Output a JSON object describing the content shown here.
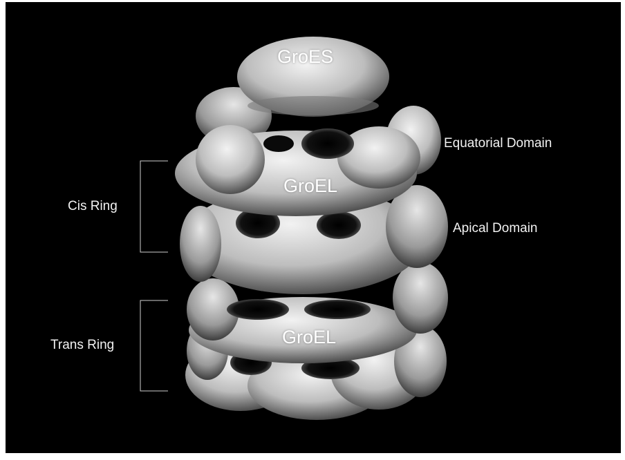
{
  "labels": {
    "groes": "GroES",
    "groel_top": "GroEL",
    "groel_bottom": "GroEL",
    "equatorial": "Equatorial Domain",
    "apical": "Apical Domain",
    "cis_ring": "Cis Ring",
    "trans_ring": "Trans Ring"
  },
  "colors": {
    "background": "#000000",
    "structure_light": "#e8e8e8",
    "structure_dark": "#3a3a3a",
    "bracket": "#cfcfcf"
  }
}
